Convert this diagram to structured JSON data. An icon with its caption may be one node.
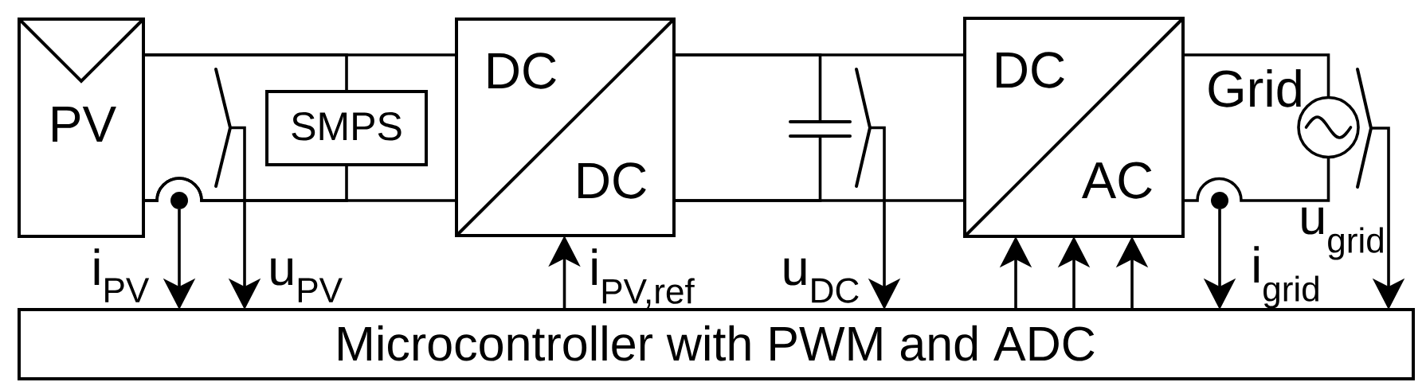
{
  "diagram": {
    "nodes": [
      {
        "text": [
          "PV"
        ]
      },
      {
        "text": [],
        "shape": "switch"
      },
      {
        "text": [
          "SMPS"
        ]
      },
      {
        "text": [
          "DC",
          "DC"
        ]
      },
      {
        "text": [],
        "shape": "capacitor"
      },
      {
        "text": [],
        "shape": "switch"
      },
      {
        "text": [
          "DC",
          "AC"
        ]
      },
      {
        "text": [],
        "shape": "circle",
        "beside": [
          "Grid"
        ]
      },
      {
        "text": [],
        "shape": "switch"
      },
      {
        "text": [],
        "shape": "dot"
      },
      {
        "text": [],
        "shape": "dot"
      },
      {
        "text": [
          "Microcontroller with PWM and ADC"
        ]
      }
    ],
    "edges": [
      {
        "from": 0,
        "to": 3,
        "arrow": "none"
      },
      {
        "from": 0,
        "to": 3,
        "arrow": "none"
      },
      {
        "from": 0,
        "to": 2,
        "arrow": "none"
      },
      {
        "from": 0,
        "to": 2,
        "arrow": "none"
      },
      {
        "from": 3,
        "to": 6,
        "arrow": "none"
      },
      {
        "from": 3,
        "to": 6,
        "arrow": "none"
      },
      {
        "from": 3,
        "to": 4,
        "arrow": "none"
      },
      {
        "from": 3,
        "to": 4,
        "arrow": "none"
      },
      {
        "from": 6,
        "to": 7,
        "arrow": "none"
      },
      {
        "from": 6,
        "to": 7,
        "arrow": "none"
      },
      {
        "from": 9,
        "to": 11,
        "arrow": "to",
        "label": "i$_{PV}$"
      },
      {
        "from": 1,
        "to": 11,
        "arrow": "to",
        "label": "u$_{PV}$"
      },
      {
        "from": 11,
        "to": 3,
        "arrow": "to",
        "label": "i$_{PV,ref}$"
      },
      {
        "from": 5,
        "to": 11,
        "arrow": "to",
        "label": "u$_{DC}$"
      },
      {
        "from": 11,
        "to": 6,
        "arrow": "to"
      },
      {
        "from": 11,
        "to": 6,
        "arrow": "to"
      },
      {
        "from": 11,
        "to": 6,
        "arrow": "to"
      },
      {
        "from": 10,
        "to": 11,
        "arrow": "to",
        "label": "i$_{grid}$"
      },
      {
        "from": 8,
        "to": 11,
        "arrow": "to",
        "label": "u$_{grid}$"
      }
    ]
  }
}
